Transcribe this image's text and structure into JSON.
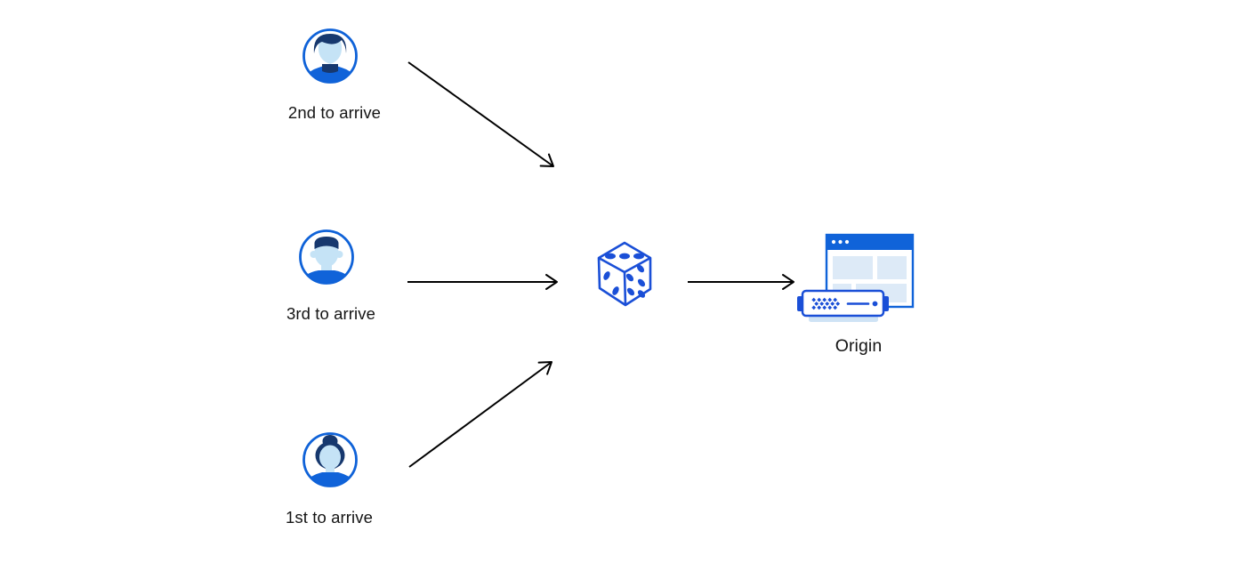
{
  "diagram": {
    "type": "flow",
    "colors": {
      "primary_blue": "#1063d9",
      "icon_blue": "#1a4fd7",
      "dark_navy": "#17386e",
      "skin_light_blue": "#c5e3f6",
      "panel_light_blue": "#ddeaf7",
      "server_base_blue": "#cfe3f5",
      "arrow": "#000000",
      "text": "#141414",
      "background": "#ffffff"
    },
    "nodes": [
      {
        "id": "user-second",
        "icon": "male-avatar-icon",
        "label": "2nd to arrive"
      },
      {
        "id": "user-third",
        "icon": "male-avatar-icon",
        "label": "3rd to arrive"
      },
      {
        "id": "user-first",
        "icon": "female-avatar-icon",
        "label": "1st to arrive"
      },
      {
        "id": "dice",
        "icon": "dice-icon",
        "label": ""
      },
      {
        "id": "origin",
        "icon": "origin-server-icon",
        "label": "Origin"
      }
    ],
    "edges": [
      {
        "from": "user-second",
        "to": "dice"
      },
      {
        "from": "user-third",
        "to": "dice"
      },
      {
        "from": "user-first",
        "to": "dice"
      },
      {
        "from": "dice",
        "to": "origin"
      }
    ]
  }
}
